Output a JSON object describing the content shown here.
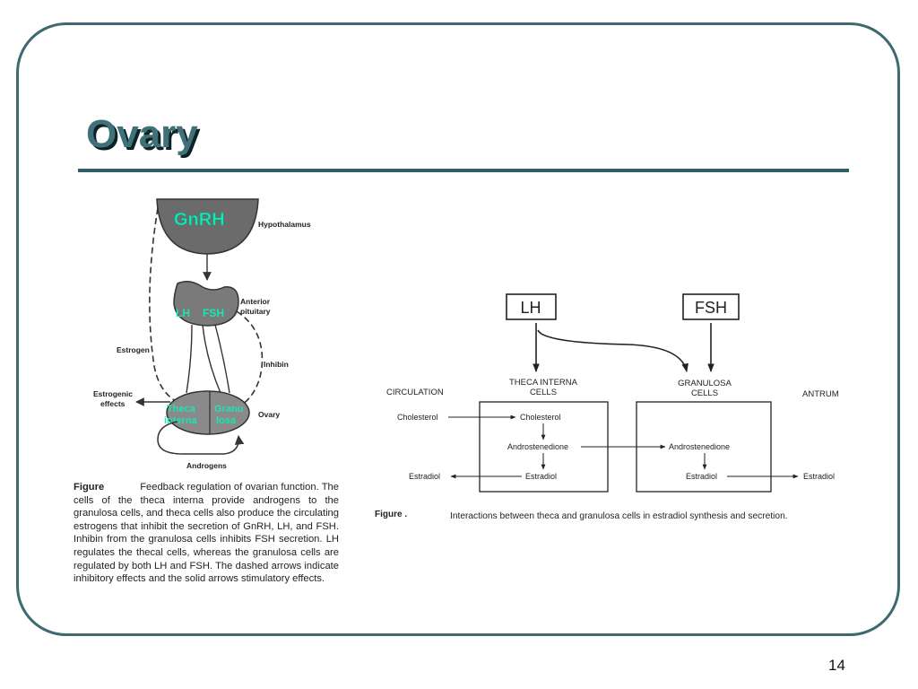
{
  "slide": {
    "title": "Ovary",
    "page_number": "14"
  },
  "left_figure": {
    "gnrh_label": "GnRH",
    "hypothalamus_label": "Hypothalamus",
    "anterior_pituitary_label_1": "Anterior",
    "anterior_pituitary_label_2": "pituitary",
    "lh_label": "LH",
    "fsh_label": "FSH",
    "estrogen_label": "Estrogen",
    "inhibin_label": "Inhibin",
    "estrogenic_effects_1": "Estrogenic",
    "estrogenic_effects_2": "effects",
    "theca_label_1": "Theca",
    "theca_label_2": "interna",
    "granulosa_label_1": "Granu",
    "granulosa_label_2": "losa",
    "ovary_label": "Ovary",
    "androgens_label": "Androgens",
    "caption_label": "Figure",
    "caption_text": "Feedback regulation of ovarian function. The cells of the theca interna provide androgens to the granulosa cells, and theca cells also produce the circulating estrogens that inhibit the secretion of GnRH, LH, and FSH. Inhibin from the granulosa cells inhibits FSH secretion. LH regulates the thecal cells, whereas the granulosa cells are regulated by both LH and FSH. The dashed arrows indicate inhibitory effects and the solid arrows stimulatory effects.",
    "accent_color": "#19e6b4"
  },
  "right_figure": {
    "lh_box": "LH",
    "fsh_box": "FSH",
    "theca_header_1": "THECA INTERNA",
    "theca_header_2": "CELLS",
    "granulosa_header_1": "GRANULOSA",
    "granulosa_header_2": "CELLS",
    "circulation_label": "CIRCULATION",
    "antrum_label": "ANTRUM",
    "cholesterol_in": "Cholesterol",
    "cholesterol_cell": "Cholesterol",
    "androstenedione_theca": "Androstenedione",
    "estradiol_theca": "Estradiol",
    "estradiol_out": "Estradiol",
    "androstenedione_granulosa": "Androstenedione",
    "estradiol_granulosa": "Estradiol",
    "estradiol_antrum": "Estradiol",
    "caption_label": "Figure .",
    "caption_text": "Interactions between theca and granulosa cells in estradiol synthesis and secretion."
  }
}
